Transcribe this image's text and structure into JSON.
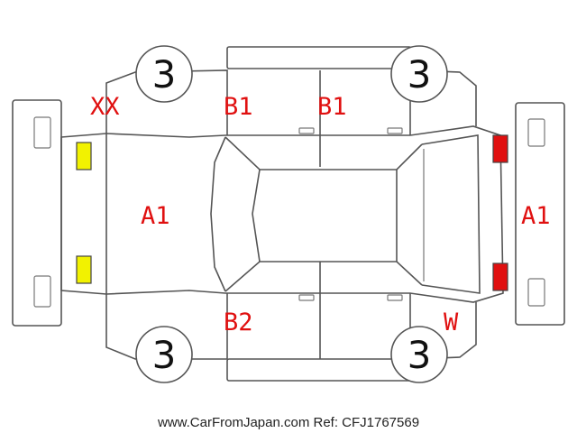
{
  "diagram": {
    "colors": {
      "damage_label": "#e01010",
      "front_lamp": "#f2f200",
      "rear_lamp": "#e01010",
      "outline": "#555555"
    },
    "tires": {
      "front_top": "3",
      "rear_top": "3",
      "front_bottom": "3",
      "rear_bottom": "3"
    },
    "labels": {
      "front_corner_top": "XX",
      "front_door_top": "B1",
      "rear_door_top": "B1",
      "hood": "A1",
      "rear_bumper": "A1",
      "front_door_bottom": "B2",
      "rear_corner_bottom": "W"
    },
    "footer": "www.CarFromJapan.com Ref: CFJ1767569"
  }
}
